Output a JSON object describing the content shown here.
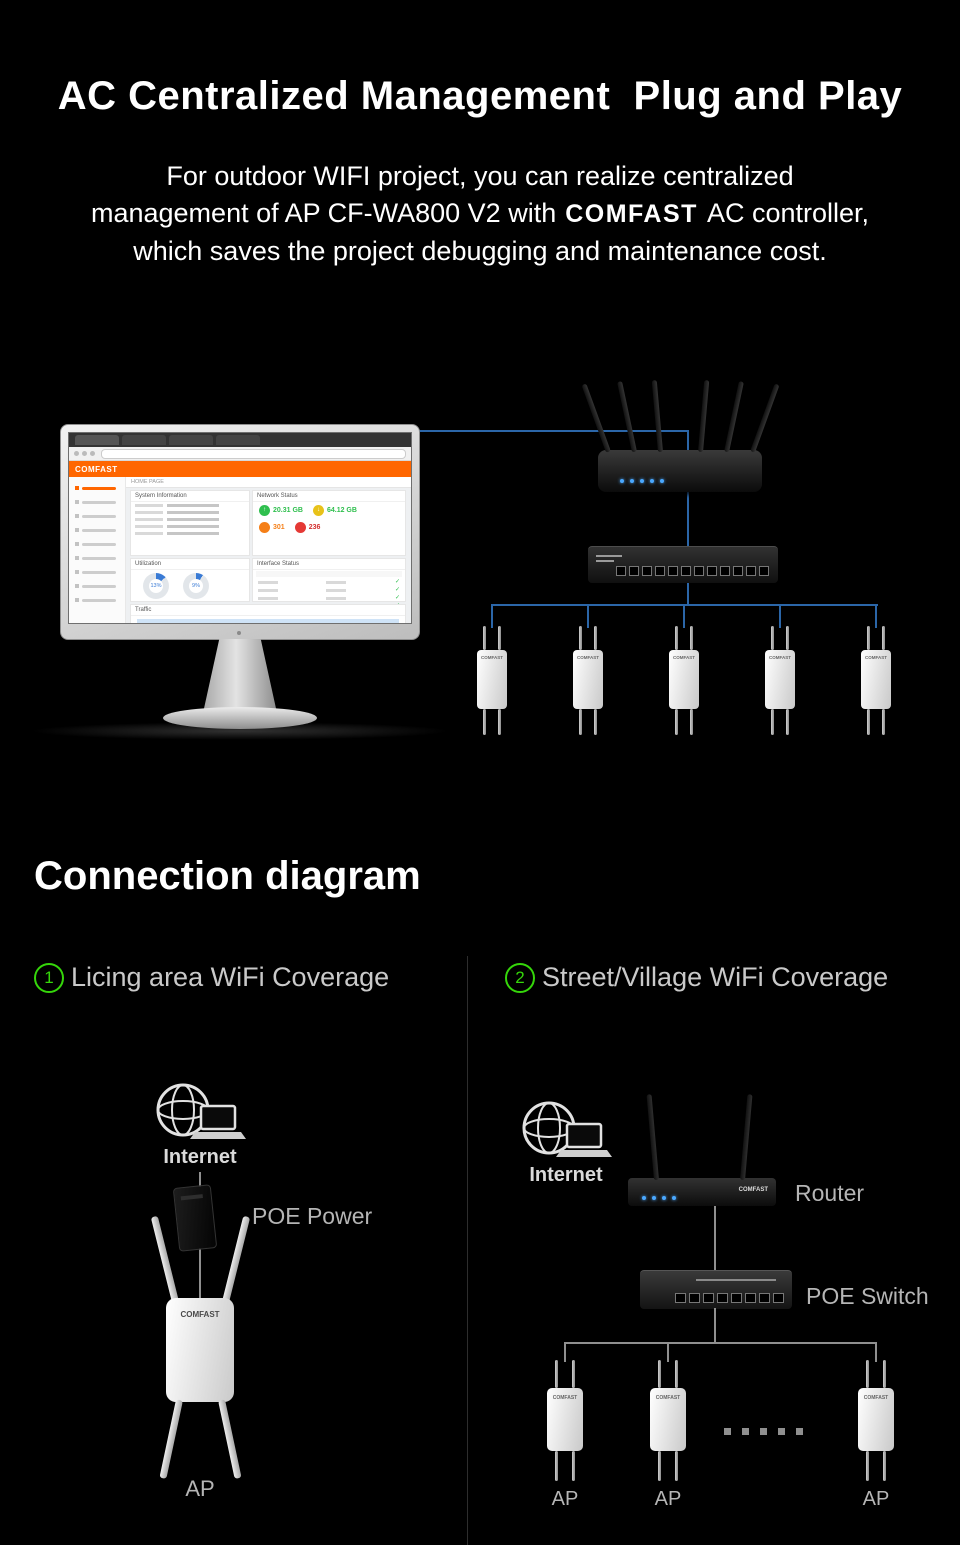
{
  "header": {
    "title": "AC Centralized Management  Plug and Play",
    "intro_line1": "For outdoor WIFI project, you can realize centralized",
    "intro_line2_pre": "management of AP CF-WA800 V2 with",
    "intro_brand": "COMFAST",
    "intro_line2_post": "AC controller,",
    "intro_line3": "which saves the project debugging and maintenance cost."
  },
  "illustration": {
    "dashboard": {
      "brand": "COMFAST",
      "breadcrumb": "HOME PAGE",
      "system_info_title": "System Information",
      "network_status_title": "Network Status",
      "up_arrow": "↑",
      "down_arrow": "↓",
      "upload_value": "20.31 GB",
      "download_value": "64.12 GB",
      "stat3_value": "301",
      "stat4_value": "236",
      "interface_title": "Interface Status",
      "check_icon": "✓",
      "utilization_title": "Utilization",
      "cpu_percent": "13%",
      "mem_percent": "9%",
      "traffic_title": "Traffic"
    },
    "ap_brand": "COMFAST",
    "router_brand": "COMFAST"
  },
  "connection": {
    "heading": "Connection diagram",
    "scenario1": {
      "number": "1",
      "title": "Licing area WiFi Coverage",
      "internet_label": "Internet",
      "poe_label": "POE Power",
      "ap_label": "AP"
    },
    "scenario2": {
      "number": "2",
      "title": "Street/Village WiFi Coverage",
      "internet_label": "Internet",
      "router_label": "Router",
      "switch_label": "POE Switch",
      "ap1_label": "AP",
      "ap2_label": "AP",
      "ap3_label": "AP"
    }
  }
}
